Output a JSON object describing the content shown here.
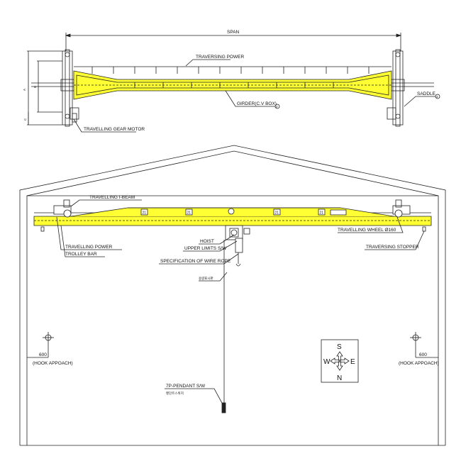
{
  "top_view": {
    "span": "SPAN",
    "traversing_power": "TRAVERSING POWER",
    "girder": "GIRDER(C.V BOX)",
    "girder_ref": "2",
    "saddle": "SADDLE",
    "saddle_ref": "3",
    "travelling_gear_motor": "TRAVELLING GEAR MOTOR",
    "dim_a": "A",
    "dim_b": "B",
    "dim_c": "C"
  },
  "front_view": {
    "travelling_ibeam": "TRAVELLING I-BEAM",
    "travelling_power": "TRAVELLING POWER",
    "trolley_bar": "TROLLEY BAR",
    "hoist": "HOIST",
    "upper_limits": "UPPER LIMITS S/W",
    "wire_rope_spec": "SPECIFICATION OF WIRE ROPE",
    "korean_note_1": "용량표시판",
    "travelling_wheel": "TRAVELLING WHEEL Ø160",
    "traversing_stopper": "TRAVERSING STOPPER",
    "hook_left_value": "600",
    "hook_left_label": "(HOOK APPOACH)",
    "hook_right_value": "600",
    "hook_right_label": "(HOOK APPOACH)",
    "pendant": "7P-PENDANT S/W",
    "korean_note_2": "펜던트스위치",
    "girder_marks": [
      "21",
      "21",
      "21",
      "21"
    ]
  },
  "compass": {
    "north": "N",
    "south": "S",
    "east": "E",
    "west": "W"
  },
  "colors": {
    "girder_fill": "#ffff33",
    "line": "#222222"
  }
}
